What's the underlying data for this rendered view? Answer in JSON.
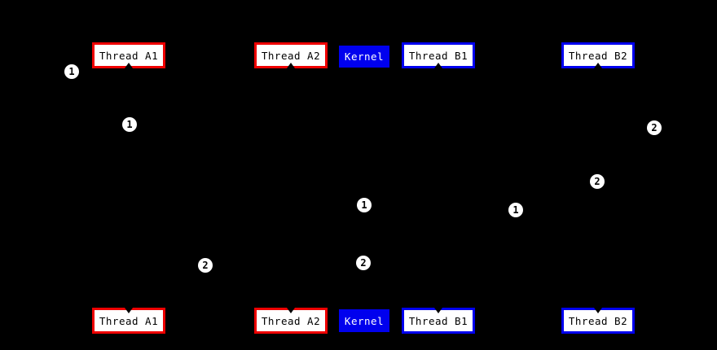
{
  "colors": {
    "background": "#000000",
    "group_a_accent": "#ee0000",
    "group_b_accent": "#0000ee",
    "kernel_fill": "#0000ee",
    "box_fill": "#ffffff",
    "box_text": "#000000",
    "kernel_text": "#ffffff",
    "marker_fill": "#ffffff",
    "marker_text": "#000000"
  },
  "actors": {
    "top": [
      {
        "label": "Thread A1"
      },
      {
        "label": "Thread A2"
      },
      {
        "label": "Kernel"
      },
      {
        "label": "Thread B1"
      },
      {
        "label": "Thread B2"
      }
    ],
    "bottom": [
      {
        "label": "Thread A1"
      },
      {
        "label": "Thread A2"
      },
      {
        "label": "Kernel"
      },
      {
        "label": "Thread B1"
      },
      {
        "label": "Thread B2"
      }
    ]
  },
  "markers": [
    {
      "label": "1"
    },
    {
      "label": "1"
    },
    {
      "label": "2"
    },
    {
      "label": "2"
    },
    {
      "label": "1"
    },
    {
      "label": "1"
    },
    {
      "label": "2"
    },
    {
      "label": "2"
    }
  ]
}
